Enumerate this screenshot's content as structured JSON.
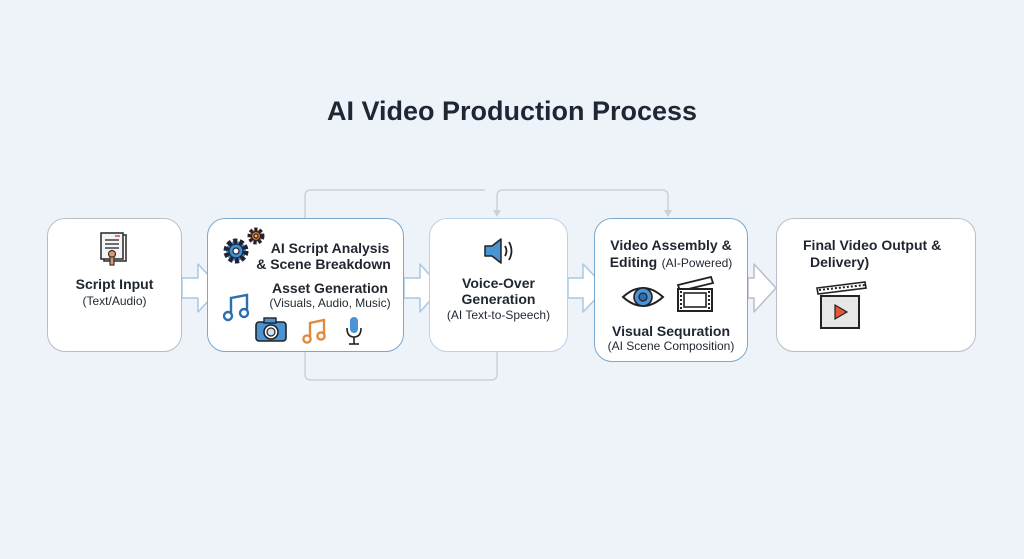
{
  "title": "AI Video Production Process",
  "steps": [
    {
      "title": "Script Input",
      "subtitle": "(Text/Audio)",
      "icon": "script-document-icon"
    },
    {
      "title_a": "AI Script Analysis",
      "title_b": "& Scene Breakdown",
      "title2": "Asset Generation",
      "subtitle": "(Visuals, Audio, Music)",
      "icons": [
        "gears-icon",
        "music-note-icon",
        "camera-icon",
        "music-note-icon",
        "microphone-icon"
      ]
    },
    {
      "title_a": "Voice-Over",
      "title_b": "Generation",
      "subtitle": "(AI Text-to-Speech)",
      "icon": "speaker-icon"
    },
    {
      "title_a": "Video Assembly &",
      "title_b": "Editing",
      "title_b_sub": "(AI-Powered)",
      "title2": "Visual Sequration",
      "subtitle": "(AI Scene Composition)",
      "icons": [
        "eye-icon",
        "film-strip-icon"
      ]
    },
    {
      "title_a": "Final Video Output &",
      "title_b": "Delivery)",
      "icon": "clapperboard-play-icon"
    }
  ],
  "colors": {
    "background": "#eef3f9",
    "accent": "#3f8fcf",
    "orange": "#e08a3c",
    "play": "#e8563a"
  }
}
